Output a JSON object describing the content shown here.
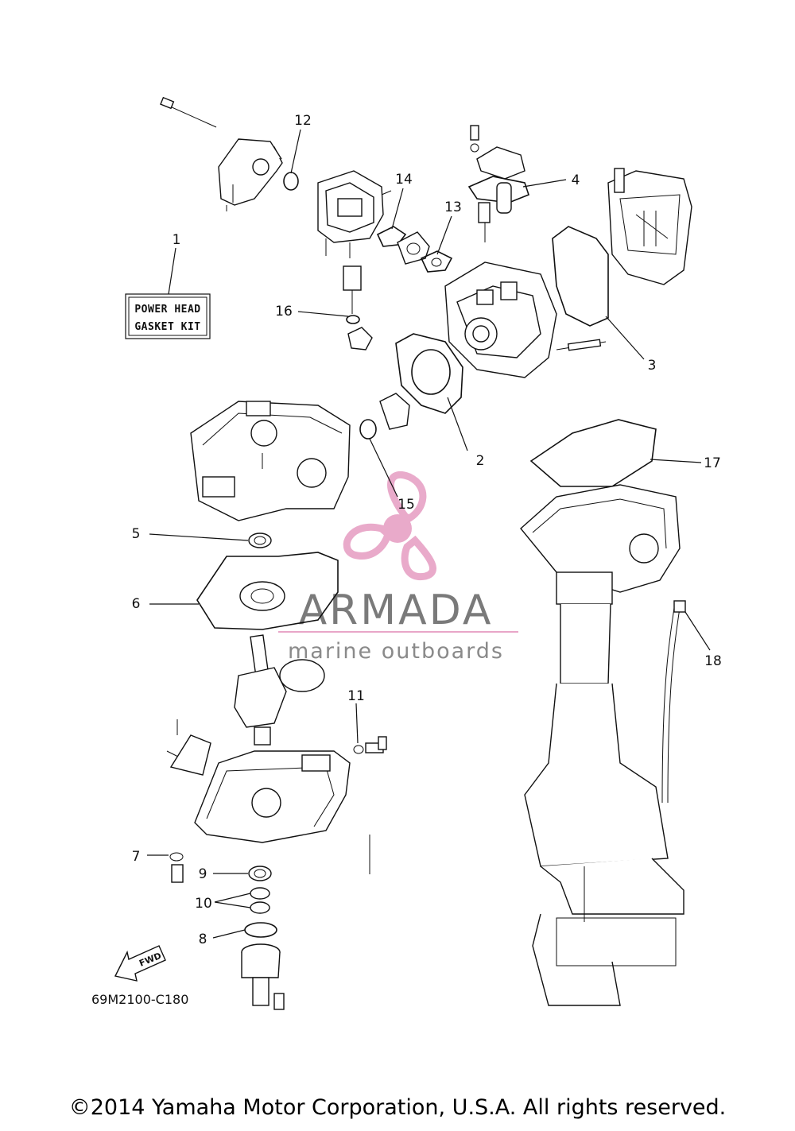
{
  "diagram_code": "69M2100-C180",
  "kit_label": {
    "line1": "POWER HEAD",
    "line2": "GASKET KIT"
  },
  "fwd_label": "FWD",
  "watermark": {
    "brand": "ARMADA",
    "tagline": "marine outboards",
    "accent_color": "#e8a6c8"
  },
  "callouts": [
    "1",
    "2",
    "3",
    "4",
    "5",
    "6",
    "7",
    "8",
    "9",
    "10",
    "11",
    "12",
    "13",
    "14",
    "15",
    "16",
    "17",
    "18"
  ],
  "copyright": "©2014 Yamaha Motor Corporation, U.S.A. All rights reserved."
}
